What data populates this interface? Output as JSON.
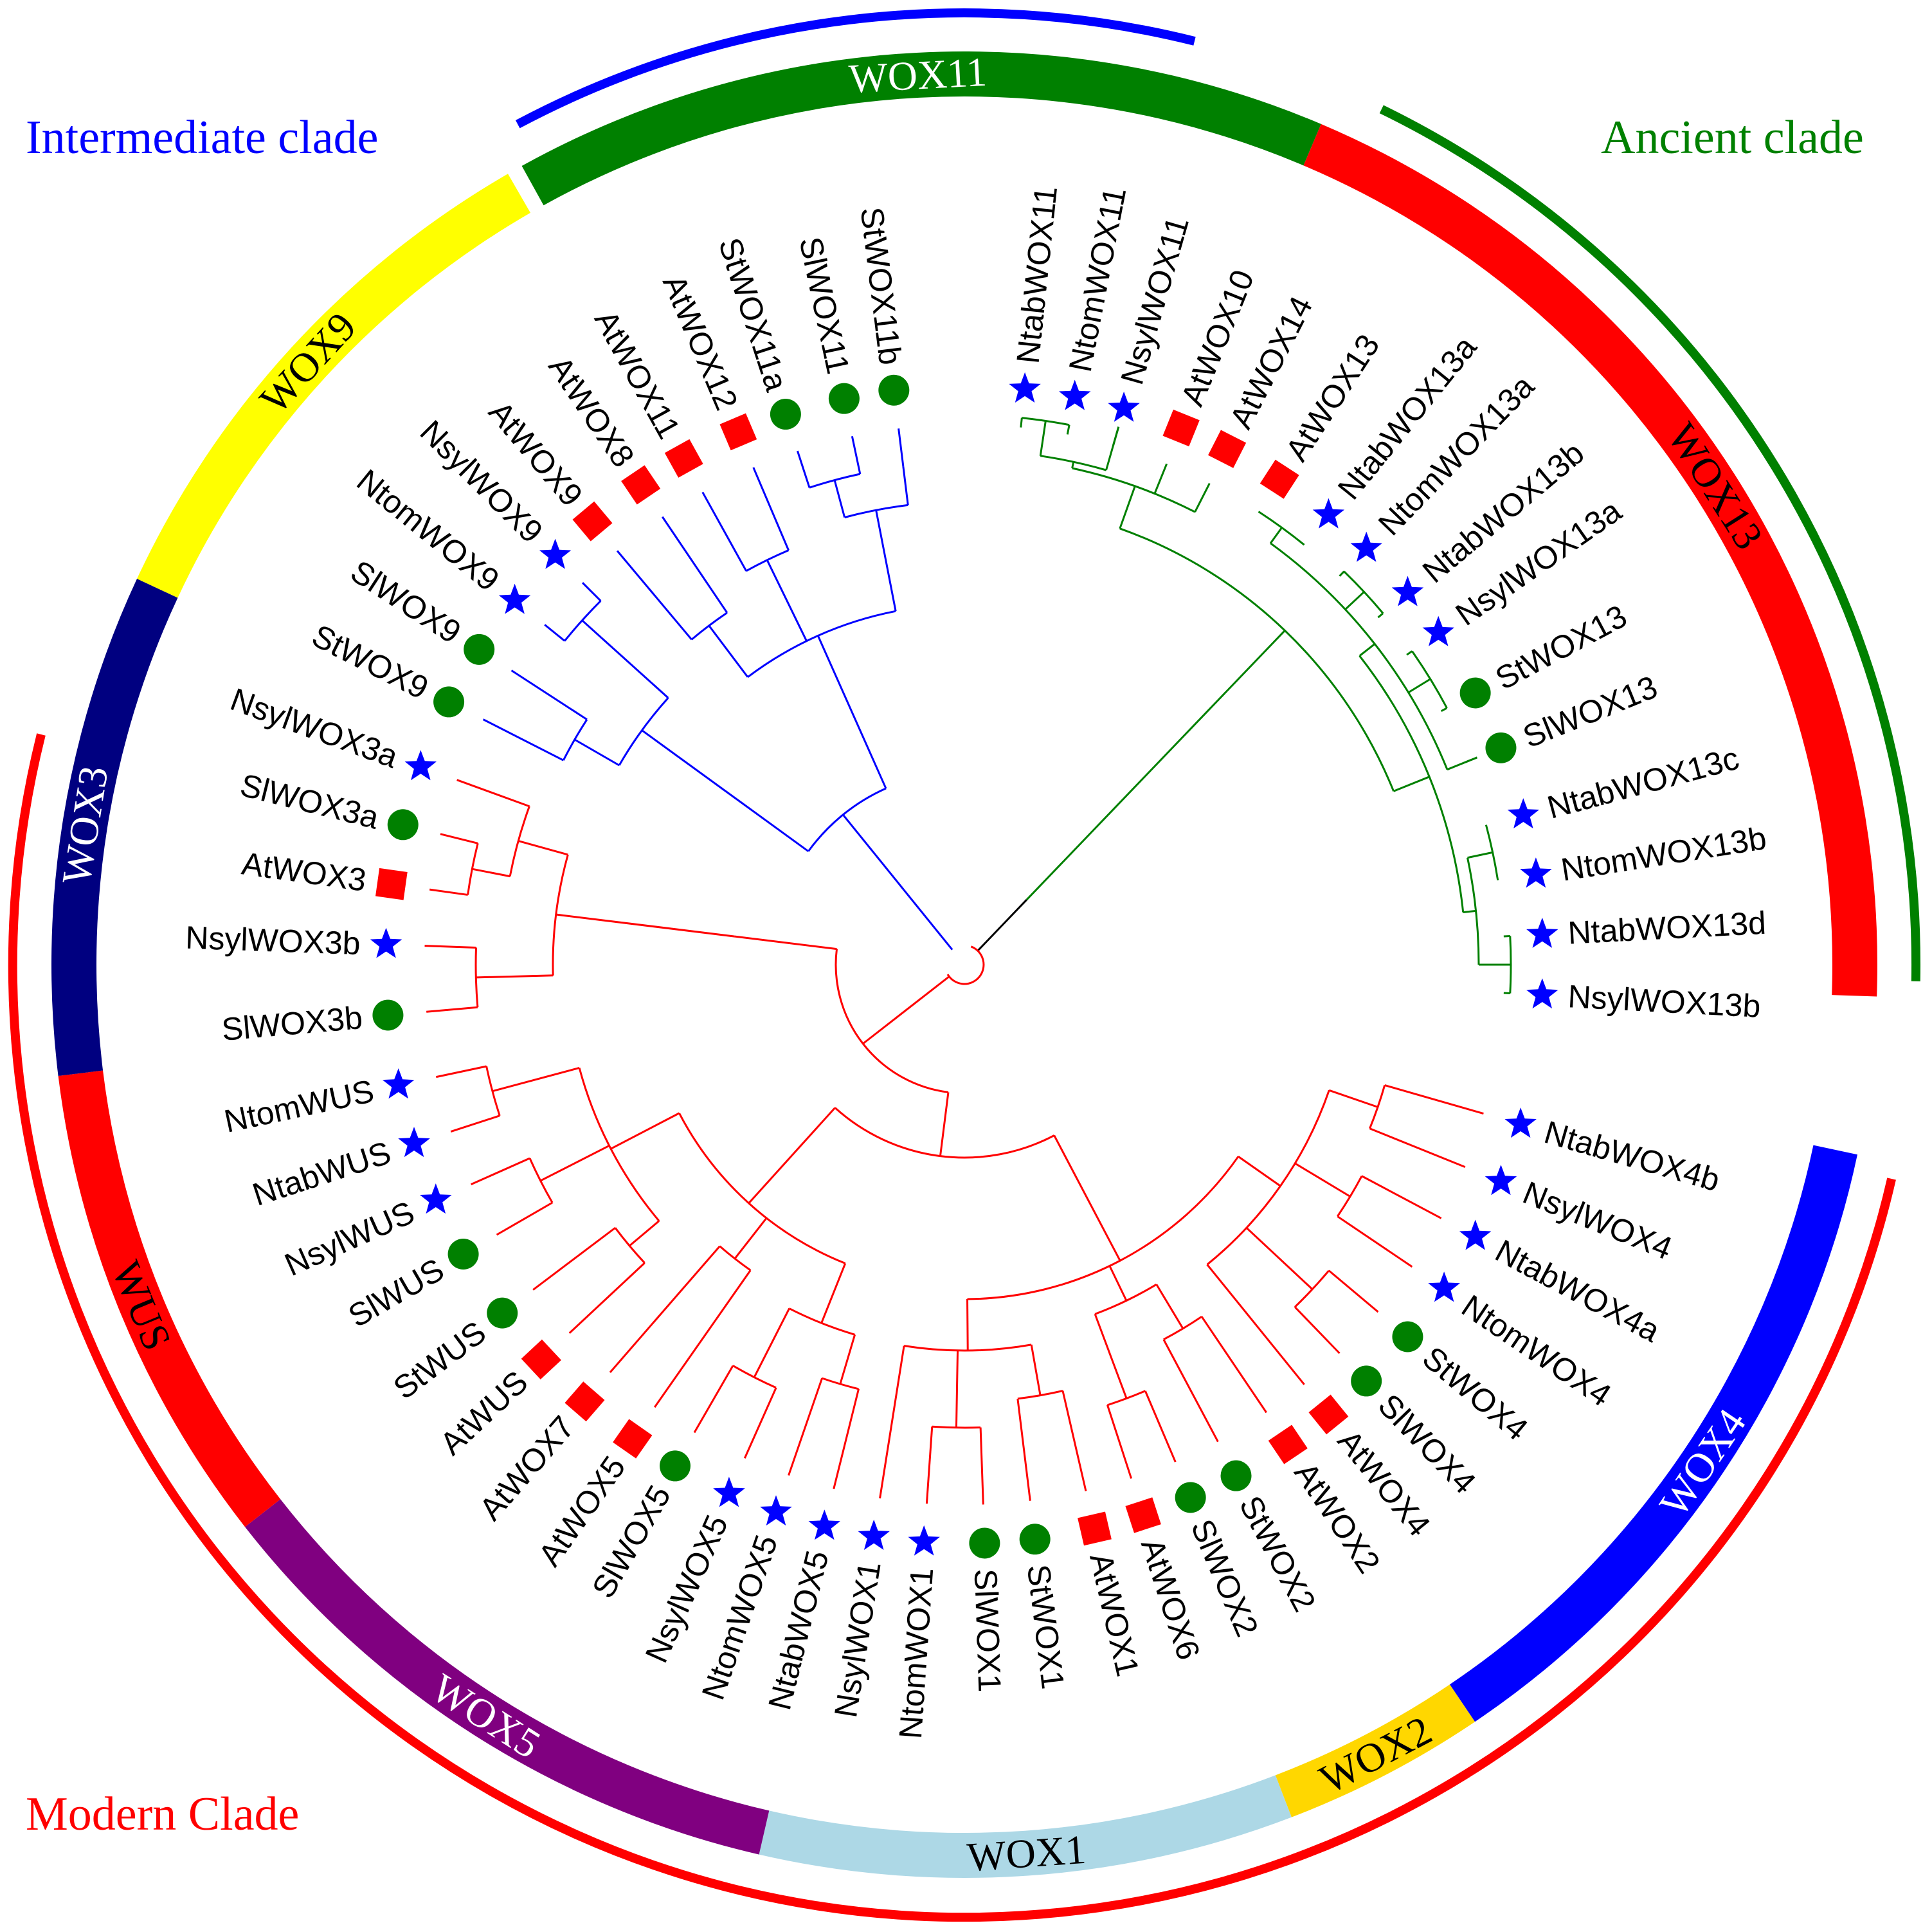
{
  "clade_labels": {
    "intermediate": {
      "text": "Intermediate clade",
      "color": "#0000ff"
    },
    "ancient": {
      "text": "Ancient clade",
      "color": "#008000"
    },
    "modern": {
      "text": "Modern Clade",
      "color": "#ff0000"
    }
  },
  "subfamilies": [
    {
      "name": "WOX11",
      "color": "#008000",
      "text_color": "#ffffff"
    },
    {
      "name": "WOX13",
      "color": "#ff0000",
      "text_color": "#000000"
    },
    {
      "name": "WOX4",
      "color": "#0000ff",
      "text_color": "#ffffff"
    },
    {
      "name": "WOX2",
      "color": "#ffd700",
      "text_color": "#000000"
    },
    {
      "name": "WOX1",
      "color": "#add8e6",
      "text_color": "#000000"
    },
    {
      "name": "WOX5",
      "color": "#800080",
      "text_color": "#ffffff"
    },
    {
      "name": "WUS",
      "color": "#ff0000",
      "text_color": "#000000"
    },
    {
      "name": "WOX3",
      "color": "#000080",
      "text_color": "#ffffff"
    },
    {
      "name": "WOX9",
      "color": "#ffff00",
      "text_color": "#000000"
    }
  ],
  "marker_legend": {
    "At": {
      "shape": "square",
      "color": "#ff0000"
    },
    "Sl_St": {
      "shape": "circle",
      "color": "#008000"
    },
    "Nicotiana": {
      "shape": "star",
      "color": "#0000ff"
    }
  },
  "leaves": [
    {
      "name": "NtabWOX11",
      "marker": "star"
    },
    {
      "name": "NtomWOX11",
      "marker": "star"
    },
    {
      "name": "NsylWOX11",
      "marker": "star"
    },
    {
      "name": "AtWOX10",
      "marker": "square"
    },
    {
      "name": "AtWOX14",
      "marker": "square"
    },
    {
      "name": "AtWOX13",
      "marker": "square"
    },
    {
      "name": "NtabWOX13a",
      "marker": "star"
    },
    {
      "name": "NtomWOX13a",
      "marker": "star"
    },
    {
      "name": "NtabWOX13b",
      "marker": "star"
    },
    {
      "name": "NsylWOX13a",
      "marker": "star"
    },
    {
      "name": "StWOX13",
      "marker": "circle"
    },
    {
      "name": "SlWOX13",
      "marker": "circle"
    },
    {
      "name": "NtabWOX13c",
      "marker": "star"
    },
    {
      "name": "NtomWOX13b",
      "marker": "star"
    },
    {
      "name": "NtabWOX13d",
      "marker": "star"
    },
    {
      "name": "NsylWOX13b",
      "marker": "star"
    },
    {
      "name": "NtabWOX4b",
      "marker": "star"
    },
    {
      "name": "NsylWOX4",
      "marker": "star"
    },
    {
      "name": "NtabWOX4a",
      "marker": "star"
    },
    {
      "name": "NtomWOX4",
      "marker": "star"
    },
    {
      "name": "StWOX4",
      "marker": "circle"
    },
    {
      "name": "SlWOX4",
      "marker": "circle"
    },
    {
      "name": "AtWOX4",
      "marker": "square"
    },
    {
      "name": "AtWOX2",
      "marker": "square"
    },
    {
      "name": "StWOX2",
      "marker": "circle"
    },
    {
      "name": "SlWOX2",
      "marker": "circle"
    },
    {
      "name": "AtWOX6",
      "marker": "square"
    },
    {
      "name": "AtWOX1",
      "marker": "square"
    },
    {
      "name": "StWOX1",
      "marker": "circle"
    },
    {
      "name": "SlWOX1",
      "marker": "circle"
    },
    {
      "name": "NtomWOX1",
      "marker": "star"
    },
    {
      "name": "NsylWOX1",
      "marker": "star"
    },
    {
      "name": "NtabWOX5",
      "marker": "star"
    },
    {
      "name": "NtomWOX5",
      "marker": "star"
    },
    {
      "name": "NsylWOX5",
      "marker": "star"
    },
    {
      "name": "SlWOX5",
      "marker": "circle"
    },
    {
      "name": "AtWOX5",
      "marker": "square"
    },
    {
      "name": "AtWOX7",
      "marker": "square"
    },
    {
      "name": "AtWUS",
      "marker": "square"
    },
    {
      "name": "StWUS",
      "marker": "circle"
    },
    {
      "name": "SlWUS",
      "marker": "circle"
    },
    {
      "name": "NsylWUS",
      "marker": "star"
    },
    {
      "name": "NtabWUS",
      "marker": "star"
    },
    {
      "name": "NtomWUS",
      "marker": "star"
    },
    {
      "name": "SlWOX3b",
      "marker": "circle"
    },
    {
      "name": "NsylWOX3b",
      "marker": "star"
    },
    {
      "name": "AtWOX3",
      "marker": "square"
    },
    {
      "name": "SlWOX3a",
      "marker": "circle"
    },
    {
      "name": "NsylWOX3a",
      "marker": "star"
    },
    {
      "name": "StWOX9",
      "marker": "circle"
    },
    {
      "name": "SlWOX9",
      "marker": "circle"
    },
    {
      "name": "NtomWOX9",
      "marker": "star"
    },
    {
      "name": "NsylWOX9",
      "marker": "star"
    },
    {
      "name": "AtWOX9",
      "marker": "square"
    },
    {
      "name": "AtWOX8",
      "marker": "square"
    },
    {
      "name": "AtWOX11",
      "marker": "square"
    },
    {
      "name": "AtWOX12",
      "marker": "square"
    },
    {
      "name": "StWOX11a",
      "marker": "circle"
    },
    {
      "name": "SlWOX11",
      "marker": "circle"
    },
    {
      "name": "StWOX11b",
      "marker": "circle"
    }
  ]
}
